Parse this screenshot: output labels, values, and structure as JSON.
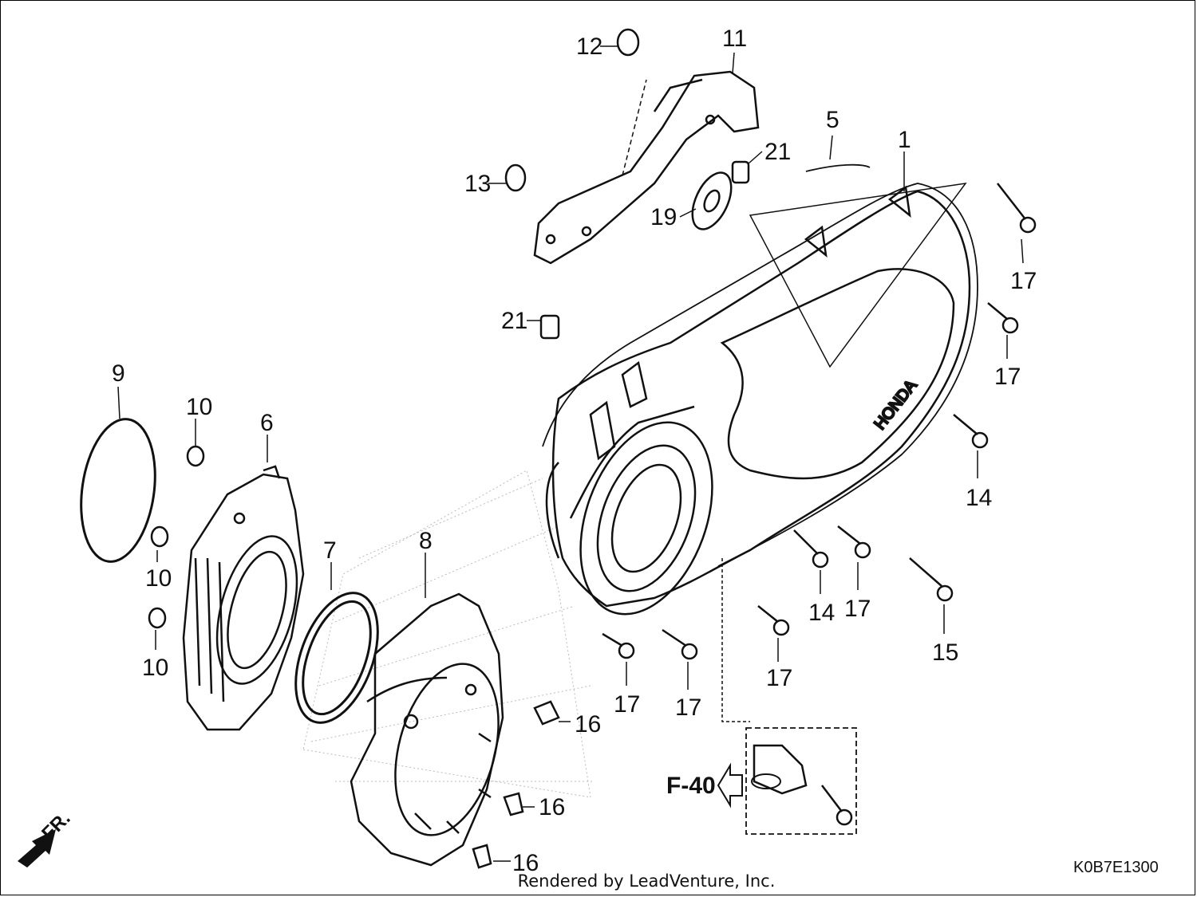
{
  "diagram": {
    "callouts": [
      {
        "id": "callout-1",
        "label": "1"
      },
      {
        "id": "callout-5",
        "label": "5"
      },
      {
        "id": "callout-6",
        "label": "6"
      },
      {
        "id": "callout-7",
        "label": "7"
      },
      {
        "id": "callout-8",
        "label": "8"
      },
      {
        "id": "callout-9",
        "label": "9"
      },
      {
        "id": "callout-10a",
        "label": "10"
      },
      {
        "id": "callout-10b",
        "label": "10"
      },
      {
        "id": "callout-10c",
        "label": "10"
      },
      {
        "id": "callout-11",
        "label": "11"
      },
      {
        "id": "callout-12",
        "label": "12"
      },
      {
        "id": "callout-13",
        "label": "13"
      },
      {
        "id": "callout-14a",
        "label": "14"
      },
      {
        "id": "callout-14b",
        "label": "14"
      },
      {
        "id": "callout-15",
        "label": "15"
      },
      {
        "id": "callout-16a",
        "label": "16"
      },
      {
        "id": "callout-16b",
        "label": "16"
      },
      {
        "id": "callout-16c",
        "label": "16"
      },
      {
        "id": "callout-17a",
        "label": "17"
      },
      {
        "id": "callout-17b",
        "label": "17"
      },
      {
        "id": "callout-17c",
        "label": "17"
      },
      {
        "id": "callout-17d",
        "label": "17"
      },
      {
        "id": "callout-17e",
        "label": "17"
      },
      {
        "id": "callout-17f",
        "label": "17"
      },
      {
        "id": "callout-19",
        "label": "19"
      },
      {
        "id": "callout-21a",
        "label": "21"
      },
      {
        "id": "callout-21b",
        "label": "21"
      }
    ],
    "reference_label": "F-40",
    "direction_label": "FR.",
    "drawing_code": "K0B7E1300",
    "footer_text": "Rendered by LeadVenture, Inc."
  }
}
